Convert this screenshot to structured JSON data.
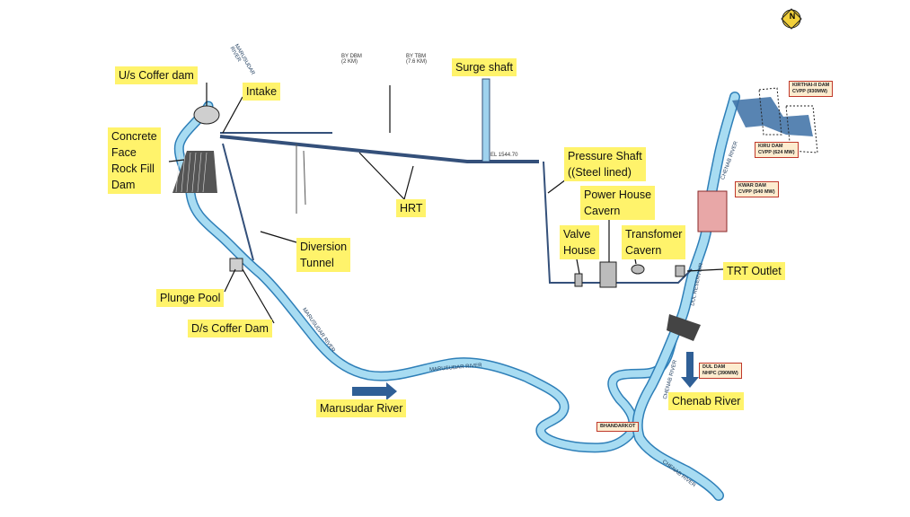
{
  "compass": {
    "label": "N"
  },
  "callouts": {
    "us_coffer_dam": "U/s Coffer dam",
    "intake": "Intake",
    "cfrd": "Concrete\nFace\nRock Fill\nDam",
    "surge_shaft": "Surge shaft",
    "hrt": "HRT",
    "pressure_shaft": "Pressure Shaft\n((Steel lined)",
    "power_house": "Power House\nCavern",
    "valve_house": "Valve\nHouse",
    "transformer": "Transfomer\nCavern",
    "trt_outlet": "TRT Outlet",
    "diversion_tunnel": "Diversion\nTunnel",
    "plunge_pool": "Plunge Pool",
    "ds_coffer_dam": "D/s Coffer Dam",
    "marusudar_river": "Marusudar River",
    "chenab_river": "Chenab River"
  },
  "annotations": {
    "by_dbm": "BY DBM\n(2 KM)",
    "by_tbm": "BY TBM\n(7.6 KM)",
    "elevation": "EL 1544.70"
  },
  "river_labels": {
    "marusudar_top": "MARUSUDAR\nRIVER",
    "marusudar_mid": "MARUSUDAR RIVER",
    "marusudar_lower": "MARUSUDAR RIVER",
    "chenab_upper": "CHENAB RIVER",
    "dul_reservoir": "DUL RESERVOIR",
    "chenab_mid": "CHENAB RIVER",
    "chenab_lower": "CHENAB RIVER"
  },
  "dam_boxes": {
    "kirthai": "KIRTHAI-II DAM\nCVPP (930MW)",
    "kiru": "KIRU DAM\nCVPP (624 MW)",
    "kwar": "KWAR DAM\nCVPP (540 MW)",
    "dul": "DUL DAM\nNHPC (390MW)",
    "bhandarkot": "BHANDARKOT"
  },
  "colors": {
    "river": "#a8dcf2",
    "river_edge": "#2e7fb8",
    "tunnel": "#34507a",
    "callout_bg": "#fff36b",
    "dam_box_border": "#c0392b",
    "arrow": "#2f5f96"
  }
}
